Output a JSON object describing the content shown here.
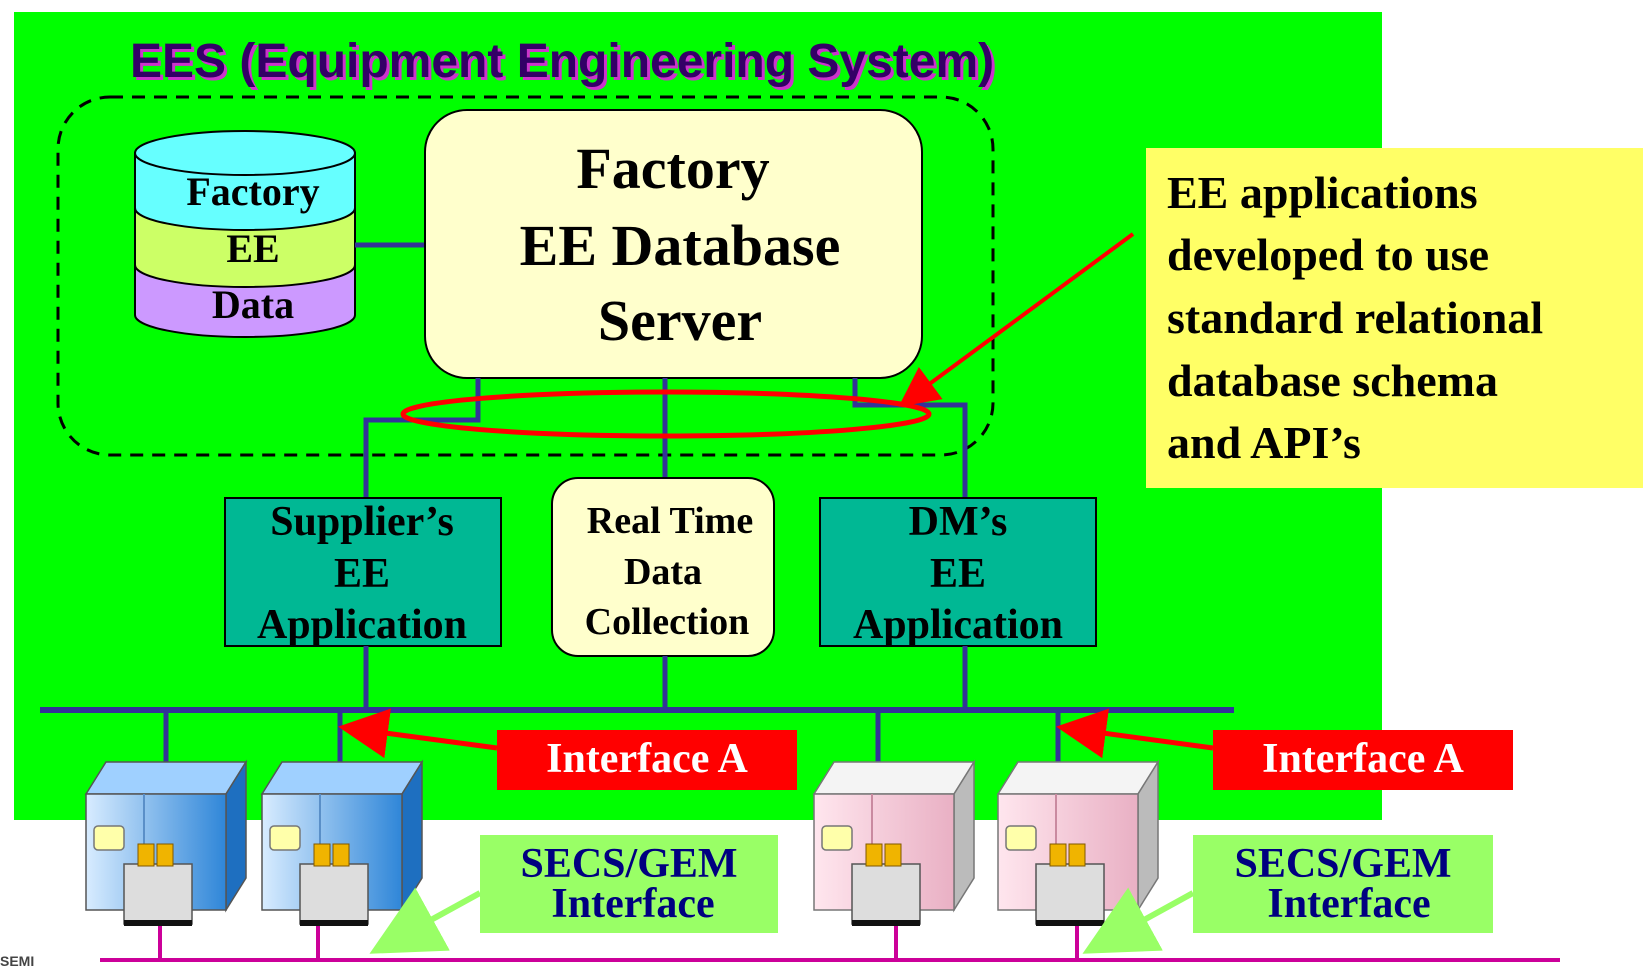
{
  "title": "EES  (Equipment Engineering System)",
  "database": {
    "lines": [
      "Factory",
      "EE",
      "Data"
    ]
  },
  "server": {
    "lines": [
      "Factory",
      "EE Database",
      "Server"
    ]
  },
  "apps": {
    "supplier": [
      "Supplier’s",
      "EE",
      "Application"
    ],
    "realtime": [
      "Real Time",
      "Data",
      "Collection"
    ],
    "dm": [
      "DM’s",
      "EE",
      "Application"
    ]
  },
  "callout": {
    "lines": [
      "EE applications",
      "developed to use",
      "standard relational",
      "database schema",
      "and API’s"
    ]
  },
  "interface_a": {
    "left": "Interface A",
    "right": "Interface A"
  },
  "secs_gem": {
    "left": [
      "SECS/GEM",
      "Interface"
    ],
    "right": [
      "SECS/GEM",
      "Interface"
    ]
  },
  "logo": "SEMI",
  "colors": {
    "green": "#00FF00",
    "teal": "#00B894",
    "cream": "#FFFFCC",
    "callout_yellow": "#FFFF66",
    "interface_red": "#FF0000",
    "secs_green": "#99FF66",
    "bus_navy": "#333399",
    "secs_bus_magenta": "#CC0099",
    "title_purple": "#9900CC"
  }
}
